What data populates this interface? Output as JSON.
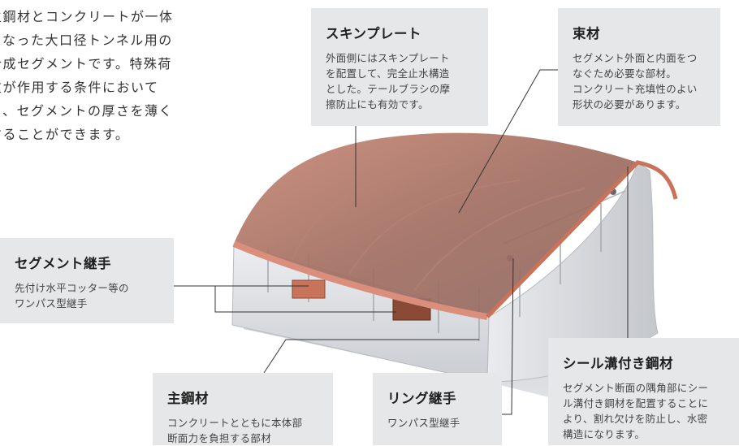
{
  "intro": [
    "主鋼材とコンクリートが一体",
    "となった大口径トンネル用の",
    "合成セグメントです。特殊荷",
    "重が作用する条件において",
    "も、セグメントの厚さを薄く",
    "することができます。"
  ],
  "callouts": {
    "skin_plate": {
      "title": "スキンプレート",
      "lines": [
        "外面側にはスキンプレート",
        "を配置して、完全止水構造",
        "とした。テールブラシの摩",
        "擦防止にも有効です。"
      ]
    },
    "tsuka": {
      "title": "束材",
      "lines": [
        "セグメント外面と内面をつ",
        "なぐため必要な部材。",
        "コンクリート充填性のよい",
        "形状の必要があります。"
      ]
    },
    "segment_joint": {
      "title": "セグメント継手",
      "lines": [
        "先付け水平コッター等の",
        "ワンパス型継手"
      ]
    },
    "main_steel": {
      "title": "主鋼材",
      "lines": [
        "コンクリートとともに本体部",
        "断面力を負担する部材"
      ]
    },
    "ring_joint": {
      "title": "リング継手",
      "lines": [
        "ワンパス型継手"
      ]
    },
    "seal_steel": {
      "title": "シール溝付き鋼材",
      "lines": [
        "セグメント断面の隅角部にシー",
        "ル溝付き鋼材を配置することに",
        "より、割れ欠けを防止し、水密",
        "構造になります。"
      ]
    }
  },
  "colors": {
    "callout_bg": "#e6e7e9",
    "copper": "#c9735a",
    "concrete": "#d6d8dc",
    "leader": "#333333"
  }
}
